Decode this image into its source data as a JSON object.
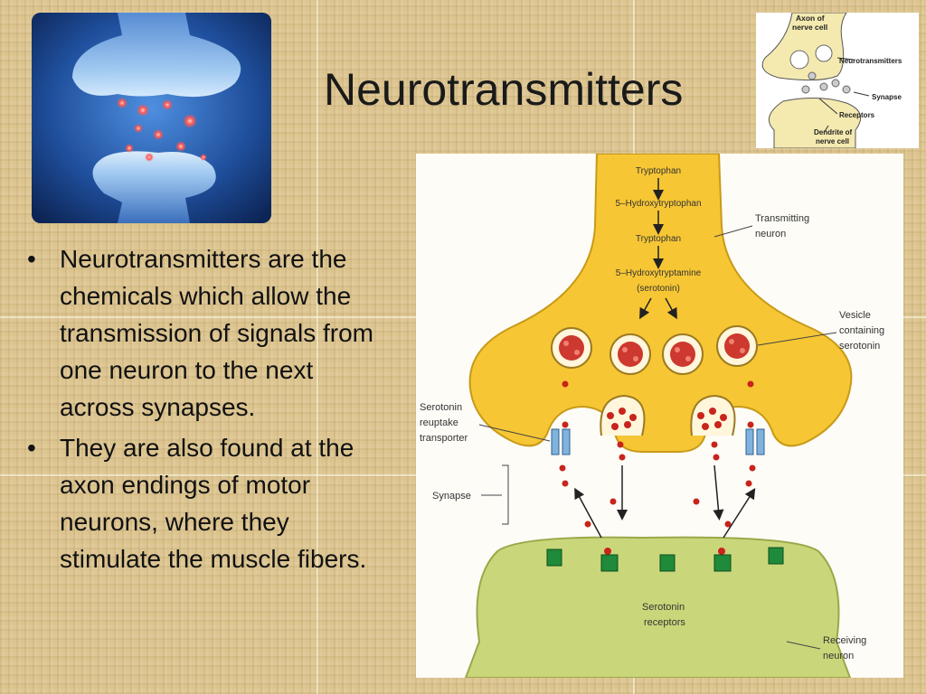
{
  "slide": {
    "title": "Neurotransmitters",
    "bullets": [
      "Neurotransmitters are the chemicals which allow the transmission of signals from one neuron to the next across synapses.",
      "They are also found at the axon endings of motor neurons, where they stimulate the muscle fibers."
    ]
  },
  "mini_diagram": {
    "labels": {
      "axon_line1": "Axon of",
      "axon_line2": "nerve cell",
      "neurotransmitters": "Neurotransmitters",
      "synapse": "Synapse",
      "receptors": "Receptors",
      "dendrite_line1": "Dendrite of",
      "dendrite_line2": "nerve cell"
    }
  },
  "serotonin_diagram": {
    "pathway": [
      "Tryptophan",
      "5–Hydroxytryptophan",
      "Tryptophan",
      "5–Hydroxytryptamine",
      "(serotonin)"
    ],
    "labels": {
      "transmitting_line1": "Transmitting",
      "transmitting_line2": "neuron",
      "vesicle_line1": "Vesicle",
      "vesicle_line2": "containing",
      "vesicle_line3": "serotonin",
      "reuptake_line1": "Serotonin",
      "reuptake_line2": "reuptake",
      "reuptake_line3": "transporter",
      "synapse": "Synapse",
      "receptors_line1": "Serotonin",
      "receptors_line2": "receptors",
      "receiving_line1": "Receiving",
      "receiving_line2": "neuron"
    }
  },
  "colors": {
    "background": "#dcc48e",
    "neuron_yellow": "#f6c634",
    "receiving_green": "#c9d77a",
    "receptor_green": "#1f8a3a",
    "transporter_blue": "#7fb3de",
    "serotonin_red": "#c8241c"
  }
}
